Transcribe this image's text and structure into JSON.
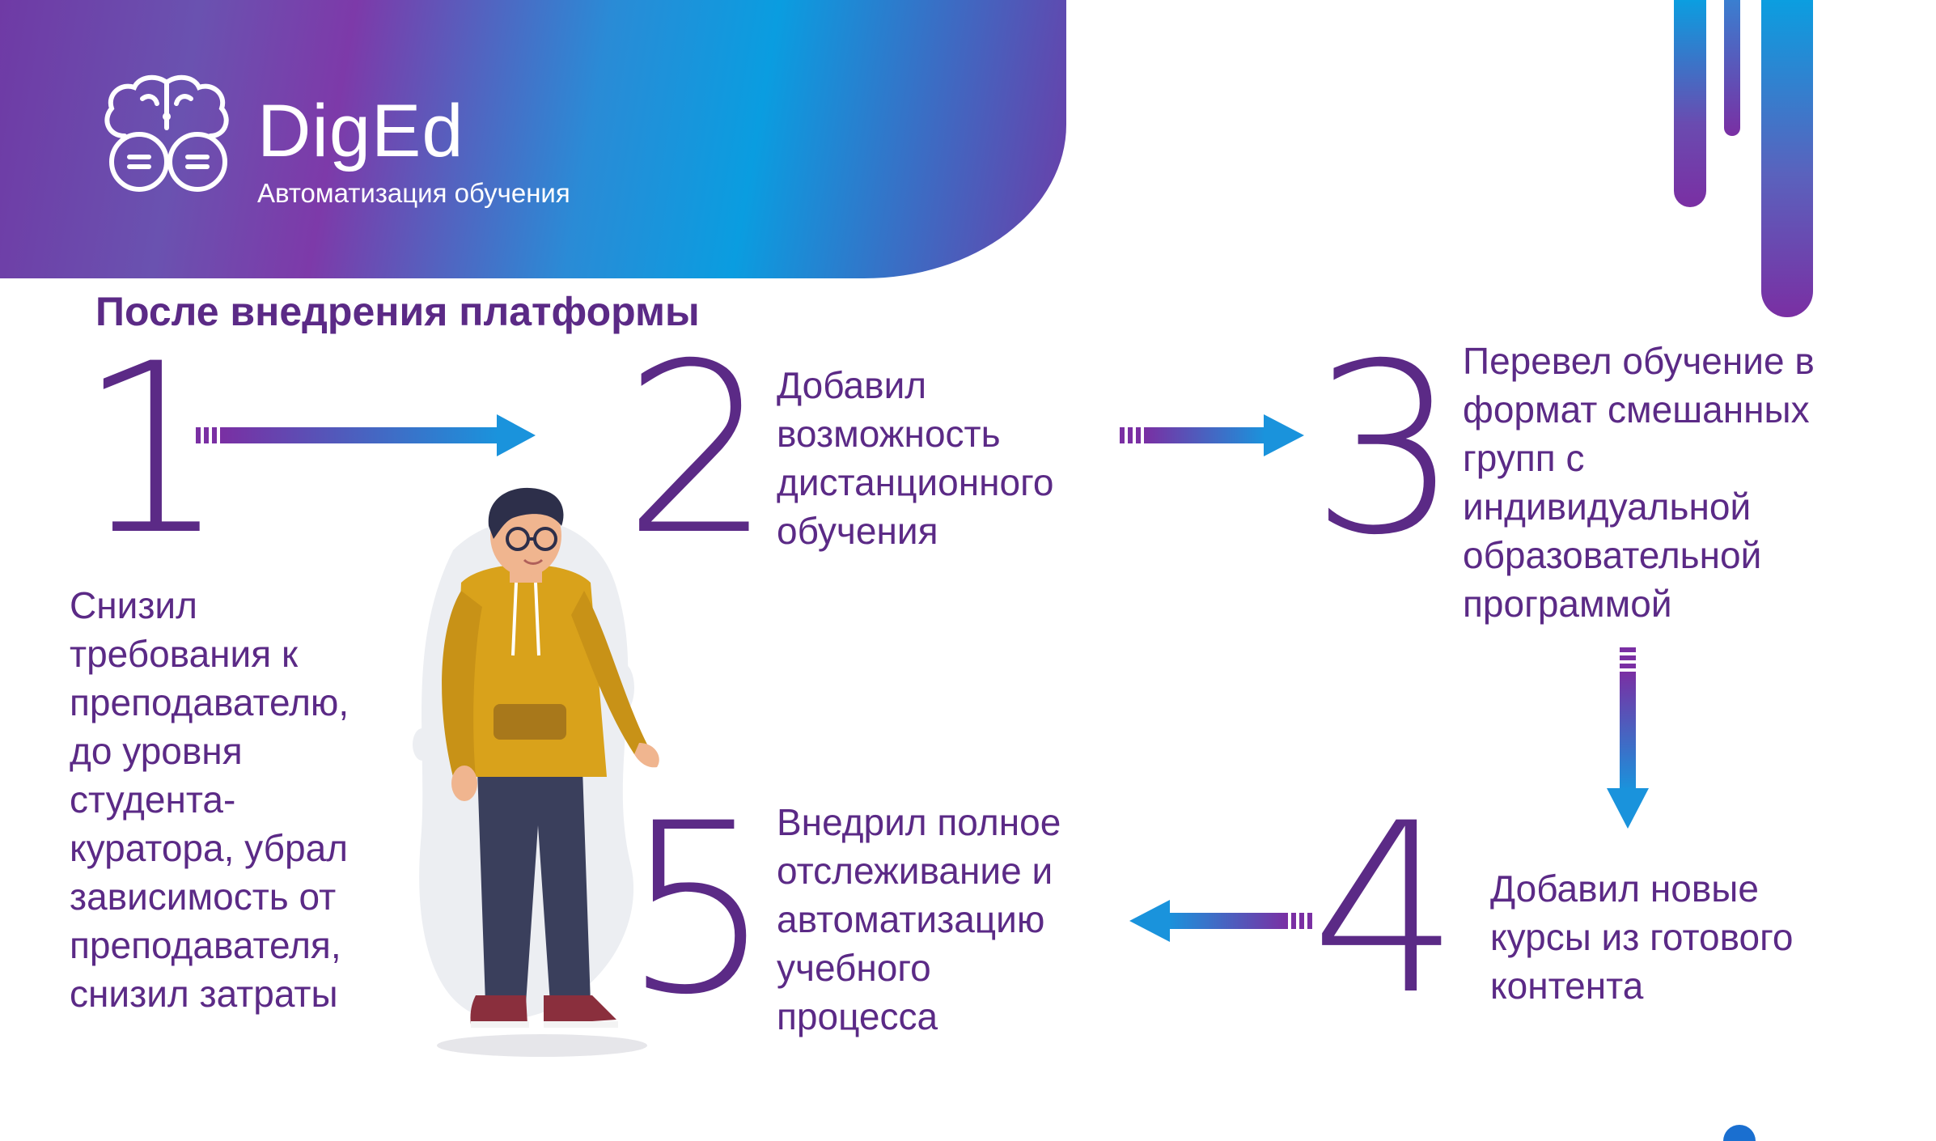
{
  "brand": {
    "name": "DigEd",
    "tagline": "Автоматизация обучения"
  },
  "title": "После внедрения платформы",
  "steps": [
    {
      "number": "1",
      "text": "Снизил\nтребования к\nпреподавателю,\nдо уровня\nстудента-\nкуратора, убрал\nзависимость от\nпреподавателя,\nснизил затраты"
    },
    {
      "number": "2",
      "text": "Добавил\nвозможность\nдистанционного\nобучения"
    },
    {
      "number": "3",
      "text": "Перевел обучение в\nформат смешанных\nгрупп с\nиндивидуальной\nобразовательной\nпрограммой"
    },
    {
      "number": "4",
      "text": "Добавил новые\nкурсы из готового\nконтента"
    },
    {
      "number": "5",
      "text": "Внедрил полное\nотслеживание и\nавтоматизацию\nучебного\nпроцесса"
    }
  ],
  "colors": {
    "primary": "#5b2a86",
    "purple": "#7a2fa3",
    "blue": "#0b9ee0",
    "accent_yellow": "#d9a21b"
  },
  "icons": {
    "logo": "brain-with-glasses-icon",
    "arrows": "gradient-arrow-icon",
    "illustration": "young-man-with-glasses-illustration"
  }
}
